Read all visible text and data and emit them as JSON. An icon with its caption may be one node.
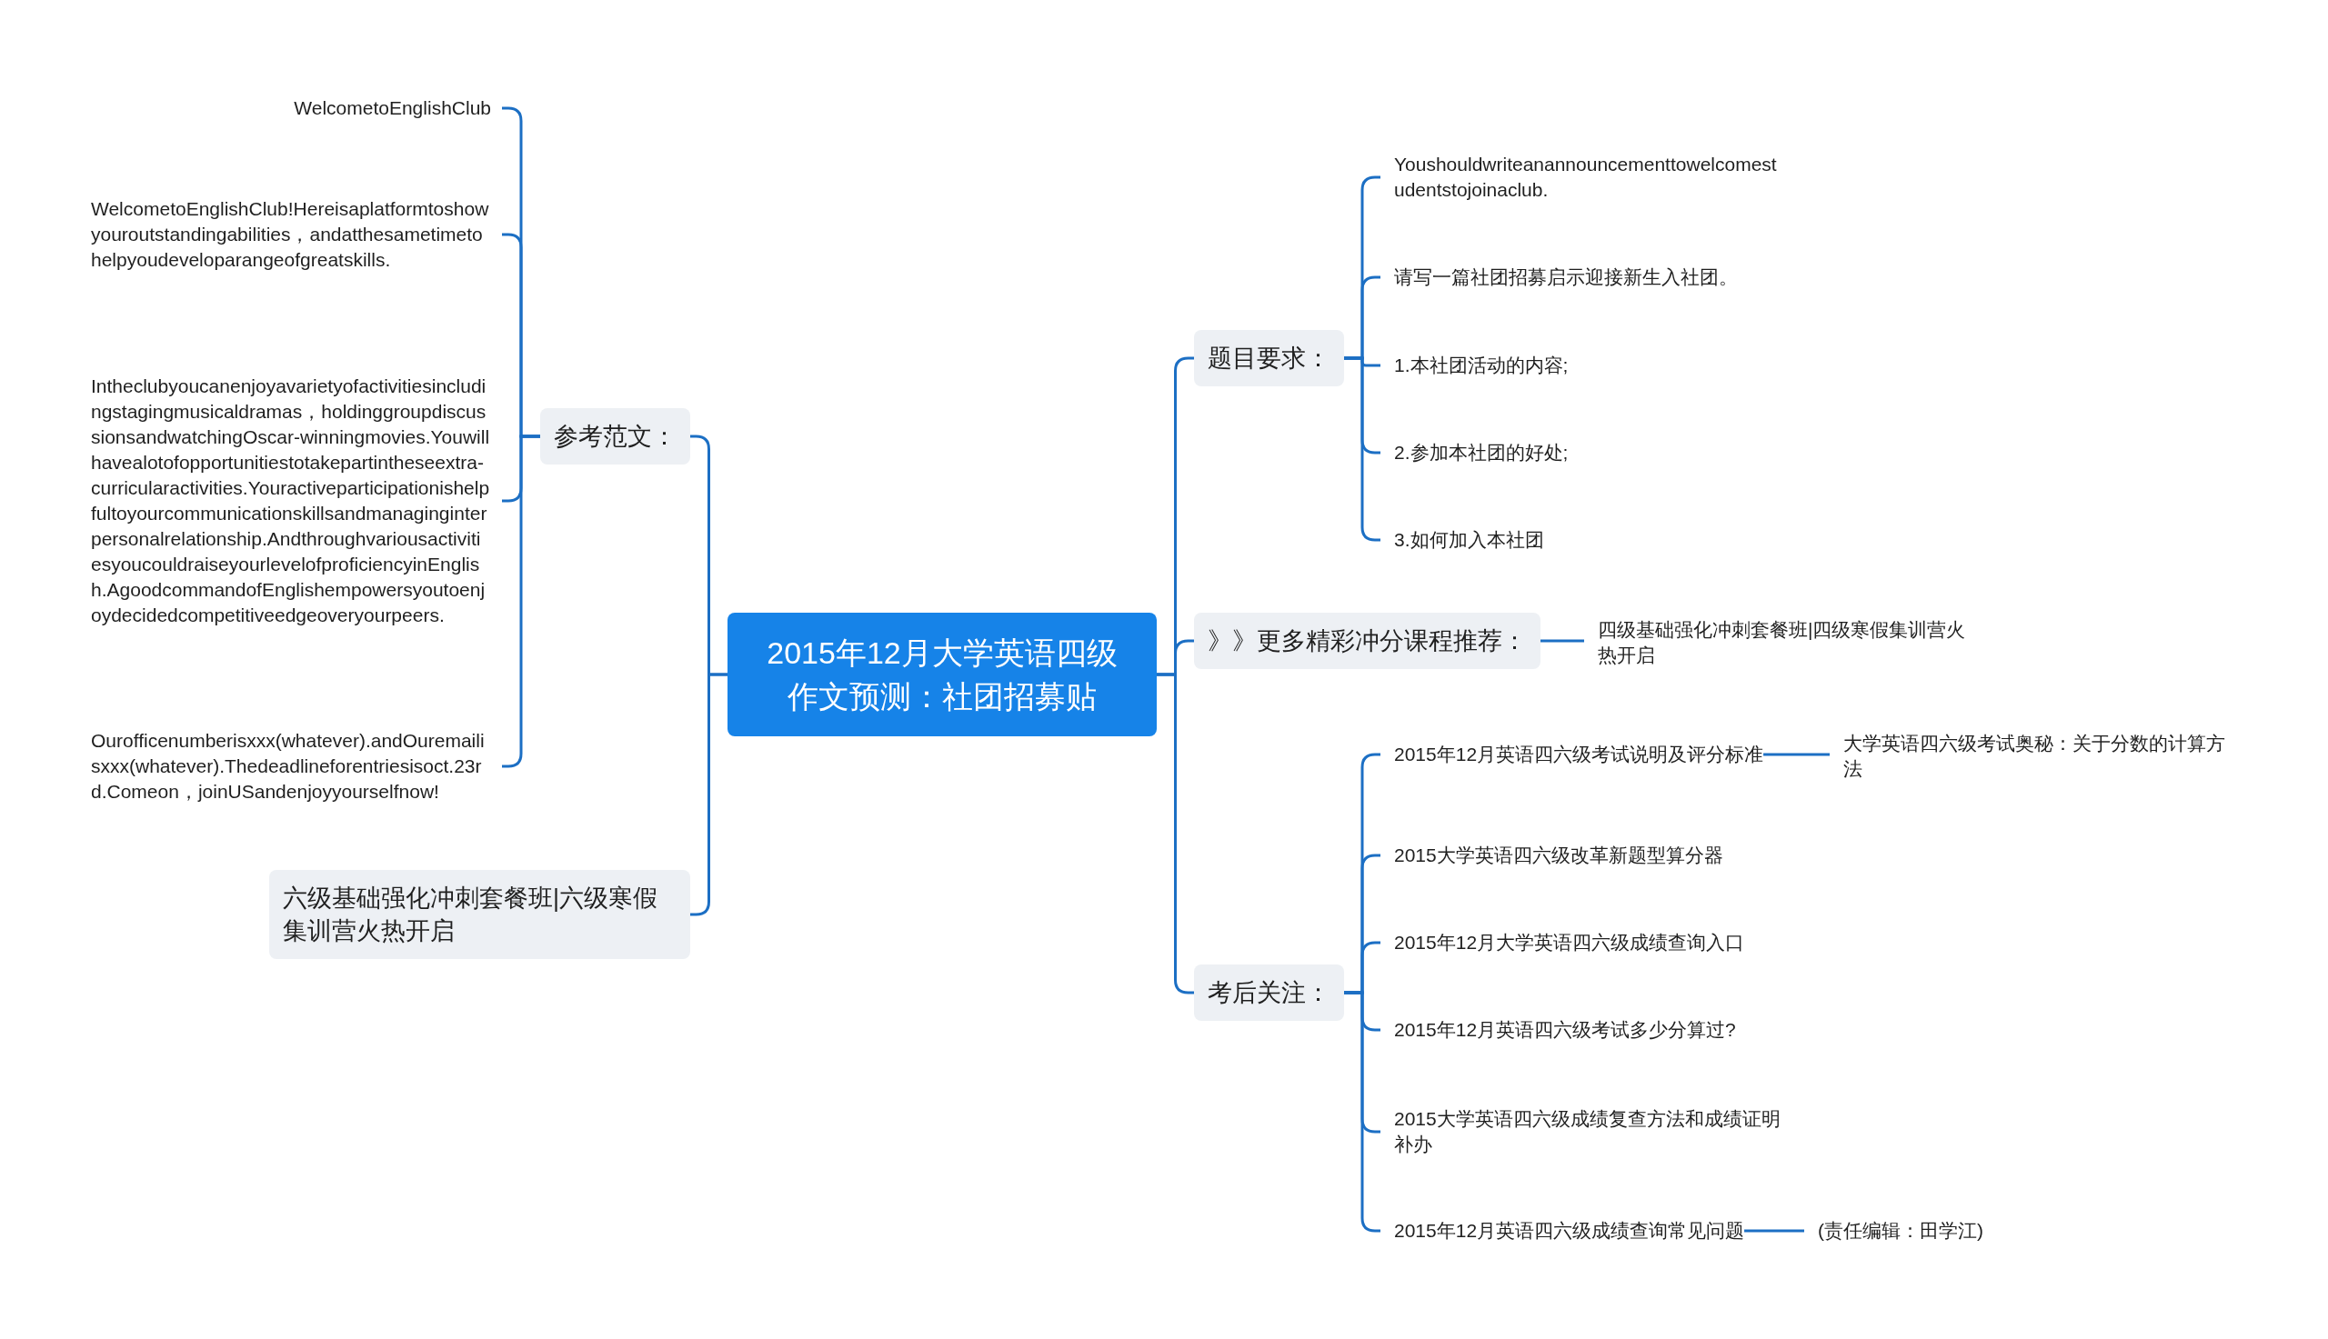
{
  "diagram": {
    "nodes": [
      {
        "text": [
          "2015年12月大学英语四级作文预测：社团招募贴"
        ]
      },
      {
        "text": [
          "参考范文："
        ]
      },
      {
        "text": [
          "WelcometoEnglishClub"
        ]
      },
      {
        "text": [
          "WelcometoEnglishClub!Hereisaplatformtoshowyouroutstandingabilities，andatthesametimetohelpyoudeveloparangeofgreatskills."
        ]
      },
      {
        "text": [
          "Intheclubyoucanenjoyavarietyofactivitiesincludingstagingmusicaldramas，holdinggroupdiscussionsandwatchingOscar-winningmovies.Youwillhavealotofopportunitiestotakepartintheseextra-curricularactivities.Youractiveparticipationishelpfultoyourcommunicationskillsandmanaginginterpersonalrelationship.AndthroughvariousactivitiesyoucouldraiseyourlevelofproficiencyinEnglish.AgoodcommandofEnglishempowersyoutoenjoydecidedcompetitiveedgeoveryourpeers."
        ]
      },
      {
        "text": [
          "Ourofficenumberisxxx(whatever).andOuremailisxxx(whatever).Thedeadlineforentriesisoct.23rd.Comeon，joinUSandenjoyyourselfnow!"
        ]
      },
      {
        "text": [
          "六级基础强化冲刺套餐班|六级寒假集训营火热开启"
        ]
      },
      {
        "text": [
          "题目要求："
        ]
      },
      {
        "text": [
          "Youshouldwriteanannouncementtowelcomestudentstojoinaclub."
        ]
      },
      {
        "text": [
          "请写一篇社团招募启示迎接新生入社团。"
        ]
      },
      {
        "text": [
          "1.本社团活动的内容;"
        ]
      },
      {
        "text": [
          "2.参加本社团的好处;"
        ]
      },
      {
        "text": [
          "3.如何加入本社团"
        ]
      },
      {
        "text": [
          "》》更多精彩冲分课程推荐："
        ]
      },
      {
        "text": [
          "四级基础强化冲刺套餐班|四级寒假集训营火热开启"
        ]
      },
      {
        "text": [
          "考后关注："
        ]
      },
      {
        "text": [
          "2015年12月英语四六级考试说明及评分标准"
        ]
      },
      {
        "text": [
          "大学英语四六级考试奥秘：关于分数的计算方法"
        ]
      },
      {
        "text": [
          "2015大学英语四六级改革新题型算分器"
        ]
      },
      {
        "text": [
          "2015年12月大学英语四六级成绩查询入口"
        ]
      },
      {
        "text": [
          "2015年12月英语四六级考试多少分算过?"
        ]
      },
      {
        "text": [
          "2015大学英语四六级成绩复查方法和成绩证明补办"
        ]
      },
      {
        "text": [
          "2015年12月英语四六级成绩查询常见问题"
        ]
      },
      {
        "text": [
          "(责任编辑：田学江)"
        ]
      }
    ],
    "edges": [
      {
        "from": 0,
        "to": 1,
        "arrow": "none"
      },
      {
        "from": 1,
        "to": 2,
        "arrow": "none"
      },
      {
        "from": 1,
        "to": 3,
        "arrow": "none"
      },
      {
        "from": 1,
        "to": 4,
        "arrow": "none"
      },
      {
        "from": 1,
        "to": 5,
        "arrow": "none"
      },
      {
        "from": 0,
        "to": 6,
        "arrow": "none"
      },
      {
        "from": 0,
        "to": 7,
        "arrow": "none"
      },
      {
        "from": 7,
        "to": 8,
        "arrow": "none"
      },
      {
        "from": 7,
        "to": 9,
        "arrow": "none"
      },
      {
        "from": 7,
        "to": 10,
        "arrow": "none"
      },
      {
        "from": 7,
        "to": 11,
        "arrow": "none"
      },
      {
        "from": 7,
        "to": 12,
        "arrow": "none"
      },
      {
        "from": 0,
        "to": 13,
        "arrow": "none"
      },
      {
        "from": 13,
        "to": 14,
        "arrow": "none"
      },
      {
        "from": 0,
        "to": 15,
        "arrow": "none"
      },
      {
        "from": 15,
        "to": 16,
        "arrow": "none"
      },
      {
        "from": 16,
        "to": 17,
        "arrow": "none"
      },
      {
        "from": 15,
        "to": 18,
        "arrow": "none"
      },
      {
        "from": 15,
        "to": 19,
        "arrow": "none"
      },
      {
        "from": 15,
        "to": 20,
        "arrow": "none"
      },
      {
        "from": 15,
        "to": 21,
        "arrow": "none"
      },
      {
        "from": 15,
        "to": 22,
        "arrow": "none"
      },
      {
        "from": 22,
        "to": 23,
        "arrow": "none"
      }
    ]
  }
}
